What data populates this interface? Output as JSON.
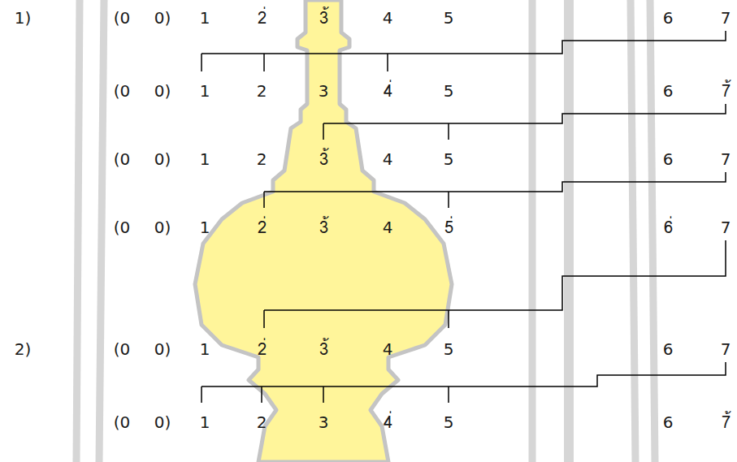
{
  "diagram": {
    "labels": [
      "1)",
      "(0",
      "0)",
      "1",
      "2่",
      "3้",
      "4",
      "5",
      "6",
      "7",
      "(0",
      "0)",
      "1",
      "2",
      "3",
      "4่",
      "5",
      "6",
      "7้",
      "(0",
      "0)",
      "1",
      "2",
      "3้",
      "4",
      "5",
      "6",
      "7",
      "(0",
      "0)",
      "1",
      "2่",
      "3้",
      "4",
      "5่",
      "6่",
      "7",
      "2)",
      "(0",
      "0)",
      "1",
      "2่",
      "3้",
      "4",
      "5",
      "6",
      "7",
      "(0",
      "0)",
      "1",
      "2",
      "3",
      "4่",
      "5",
      "6",
      "7้"
    ]
  }
}
